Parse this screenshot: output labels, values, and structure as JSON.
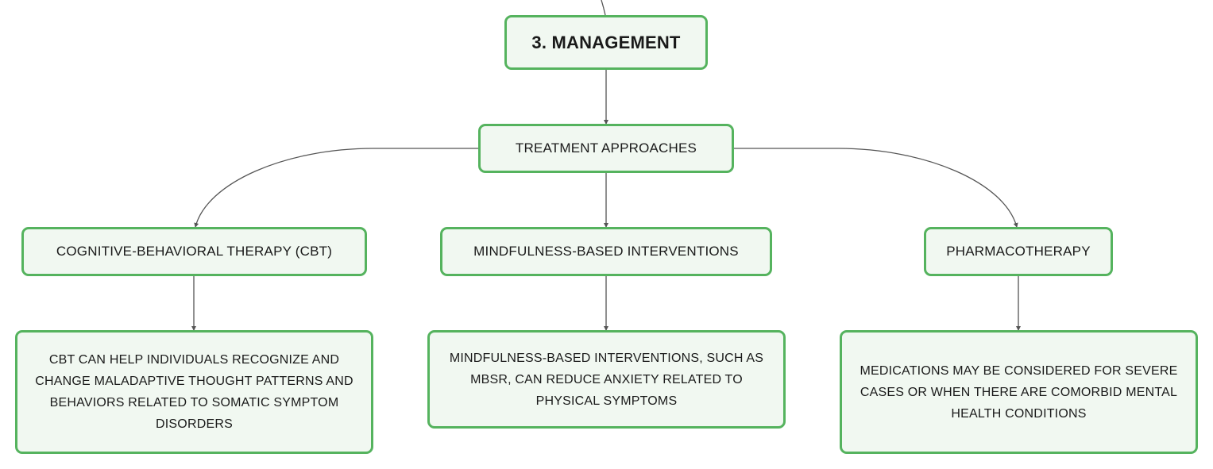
{
  "colors": {
    "node_border": "#55b35e",
    "node_fill": "#f1f8f1",
    "connector": "#555555"
  },
  "root": {
    "label": "3. MANAGEMENT"
  },
  "hub": {
    "label": "TREATMENT APPROACHES"
  },
  "branches": [
    {
      "label": "COGNITIVE-BEHAVIORAL THERAPY (CBT)",
      "detail": "CBT CAN HELP INDIVIDUALS RECOGNIZE AND CHANGE MALADAPTIVE THOUGHT PATTERNS AND BEHAVIORS RELATED TO SOMATIC SYMPTOM DISORDERS"
    },
    {
      "label": "MINDFULNESS-BASED INTERVENTIONS",
      "detail": "MINDFULNESS-BASED INTERVENTIONS, SUCH AS MBSR, CAN REDUCE ANXIETY RELATED TO PHYSICAL SYMPTOMS"
    },
    {
      "label": "PHARMACOTHERAPY",
      "detail": "MEDICATIONS MAY BE CONSIDERED FOR SEVERE CASES OR WHEN THERE ARE COMORBID MENTAL HEALTH CONDITIONS"
    }
  ]
}
